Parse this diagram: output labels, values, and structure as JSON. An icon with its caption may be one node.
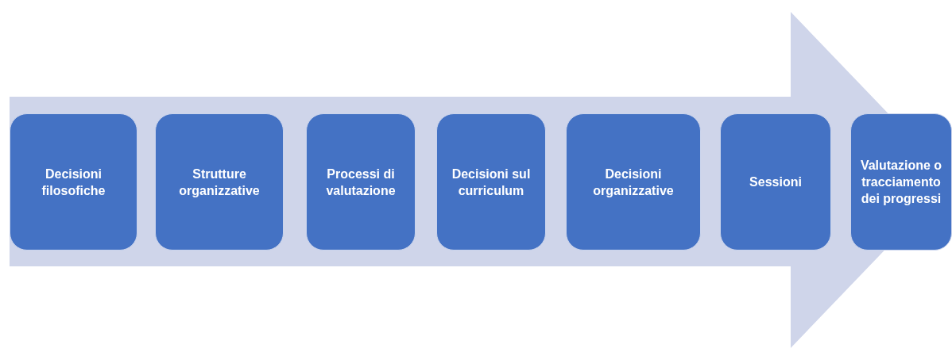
{
  "diagram": {
    "nodes": [
      {
        "text": [
          "Decisioni filosofiche"
        ]
      },
      {
        "text": [
          "Strutture organizzative"
        ]
      },
      {
        "text": [
          "Processi di valutazione"
        ]
      },
      {
        "text": [
          "Decisioni sul curriculum"
        ]
      },
      {
        "text": [
          "Decisioni organizzative"
        ]
      },
      {
        "text": [
          "Sessioni"
        ]
      },
      {
        "text": [
          "Valutazione o tracciamento dei progressi"
        ]
      }
    ]
  }
}
